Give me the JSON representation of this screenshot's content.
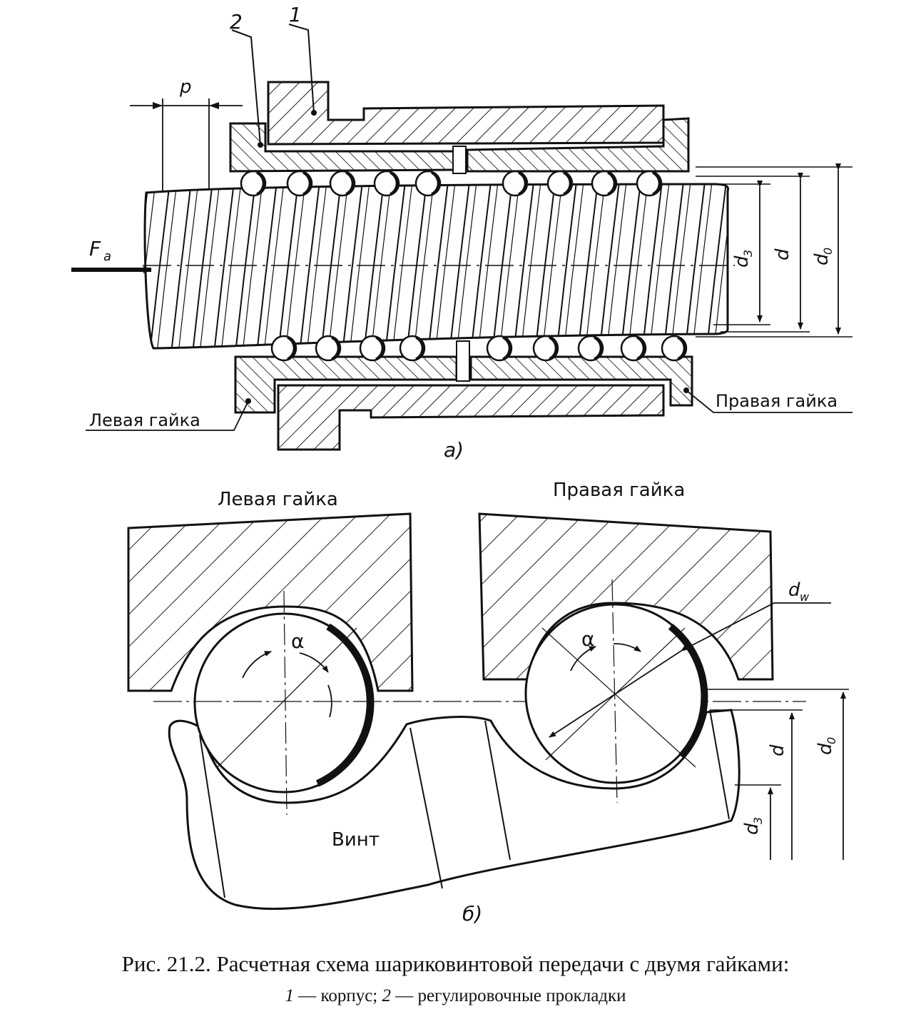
{
  "view_a": {
    "label_1": "1",
    "label_2": "2",
    "pitch": "p",
    "force": "F",
    "force_sub": "a",
    "d3": "d",
    "d3_sub": "3",
    "d": "d",
    "d0": "d",
    "d0_sub": "0",
    "left_nut": "Левая гайка",
    "right_nut": "Правая гайка",
    "caption": "а)"
  },
  "view_b": {
    "left_nut": "Левая гайка",
    "right_nut": "Правая гайка",
    "alpha_left": "α",
    "alpha_right": "α",
    "dw": "d",
    "dw_sub": "w",
    "d": "d",
    "d0": "d",
    "d0_sub": "0",
    "d3": "d",
    "d3_sub": "3",
    "screw": "Винт",
    "caption": "б)"
  },
  "caption": {
    "line1": "Рис. 21.2. Расчетная схема шариковинтовой передачи с двумя гайками:",
    "line2_num1": "1",
    "line2_text1": " — корпус; ",
    "line2_num2": "2",
    "line2_text2": " — регулировочные прокладки"
  }
}
